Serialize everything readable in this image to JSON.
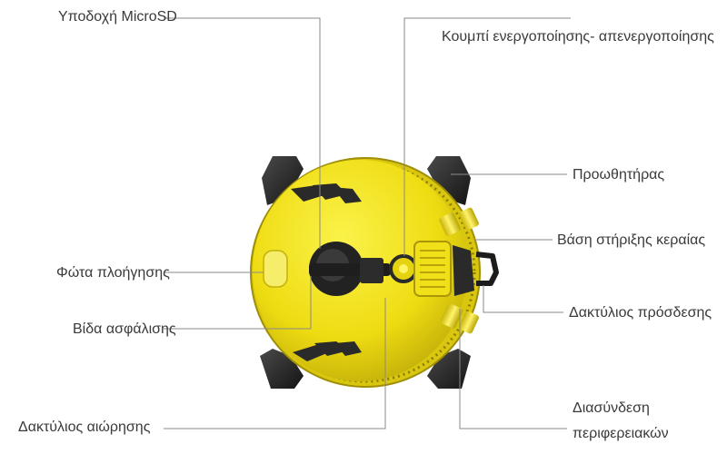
{
  "labels": {
    "microsd": "Υποδοχή MicroSD",
    "power_button": "Κουμπί ενεργοποίησης- απενεργοποίησης",
    "thruster": "Προωθητήρας",
    "antenna_mount": "Βάση στήριξης κεραίας",
    "attachment_ring": "Δακτύλιος πρόσδεσης",
    "nav_lights": "Φώτα πλοήγησης",
    "locking_screw": "Βίδα ασφάλισης",
    "flotation_ring": "Δακτύλιος αιώρησης",
    "peripheral_interface_line1": "Διασύνδεση",
    "peripheral_interface_line2": "περιφερειακών"
  },
  "colors": {
    "body_yellow": "#f2e21c",
    "body_shadow": "#c9b70c",
    "dark_parts": "#2a2a2a",
    "leader_line": "#8a8a8a",
    "label_text": "#3a3a3a"
  }
}
